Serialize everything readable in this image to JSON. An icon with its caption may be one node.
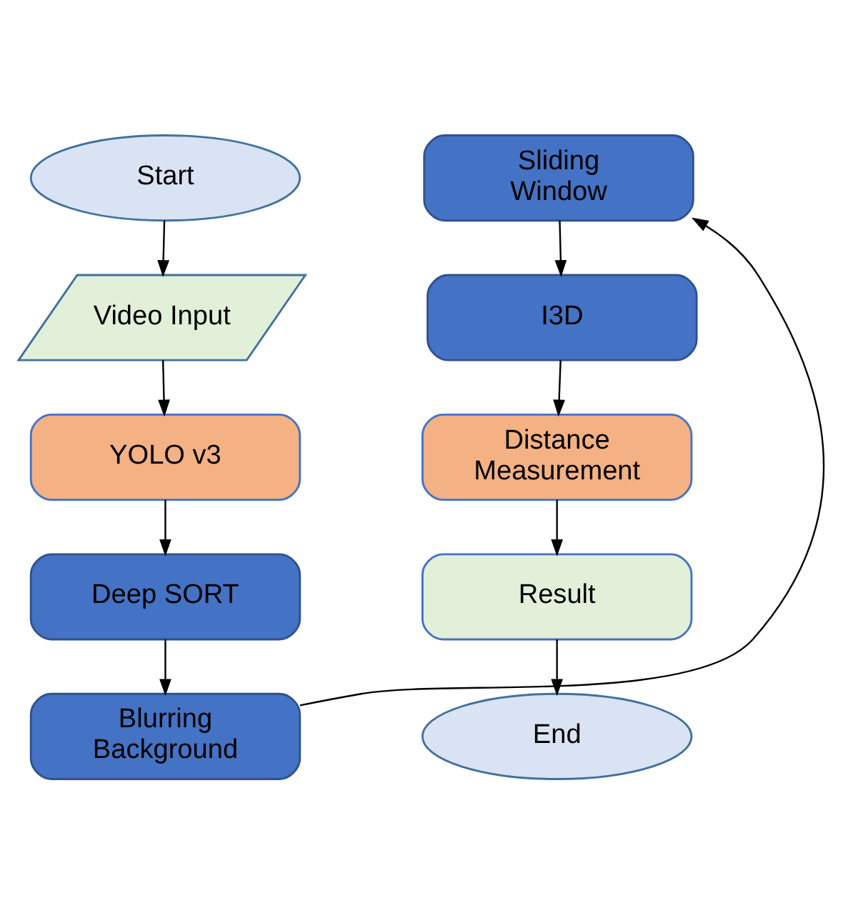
{
  "diagram": {
    "nodes": [
      {
        "text": [
          "Start"
        ]
      },
      {
        "text": [
          "Video Input"
        ]
      },
      {
        "text": [
          "YOLO v3"
        ]
      },
      {
        "text": [
          "Deep SORT"
        ]
      },
      {
        "text": [
          "Blurring Background"
        ]
      },
      {
        "text": [
          "Sliding Window"
        ]
      },
      {
        "text": [
          "I3D"
        ]
      },
      {
        "text": [
          "Distance Measurement"
        ]
      },
      {
        "text": [
          "Result"
        ]
      },
      {
        "text": [
          "End"
        ]
      }
    ],
    "edges": [
      {
        "from": 0,
        "to": 1,
        "arrow": "to"
      },
      {
        "from": 1,
        "to": 2,
        "arrow": "to"
      },
      {
        "from": 2,
        "to": 3,
        "arrow": "to"
      },
      {
        "from": 3,
        "to": 4,
        "arrow": "to"
      },
      {
        "from": 4,
        "to": 5,
        "arrow": "to"
      },
      {
        "from": 5,
        "to": 6,
        "arrow": "to"
      },
      {
        "from": 6,
        "to": 7,
        "arrow": "to"
      },
      {
        "from": 7,
        "to": 8,
        "arrow": "to"
      },
      {
        "from": 8,
        "to": 9,
        "arrow": "to"
      }
    ]
  }
}
